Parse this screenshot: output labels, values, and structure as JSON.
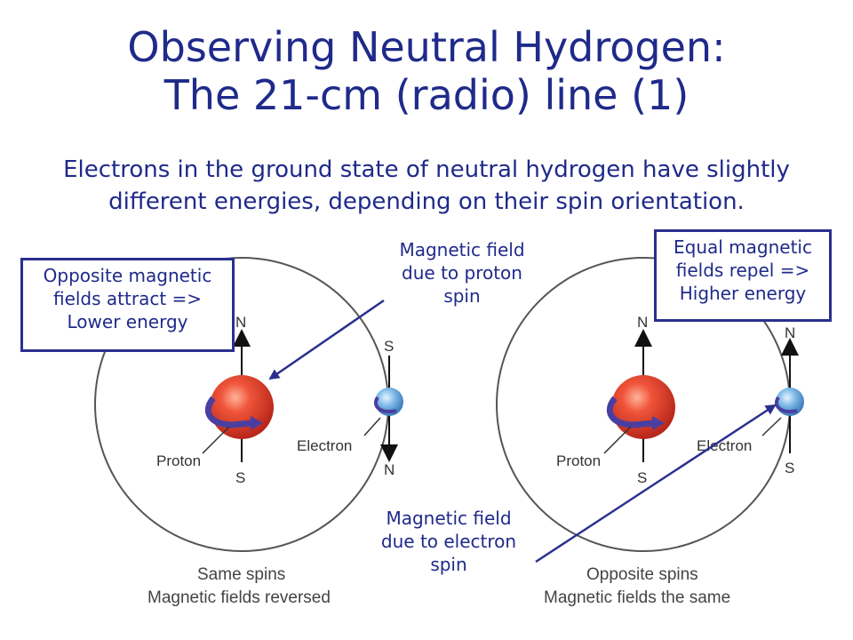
{
  "title_line1": "Observing Neutral Hydrogen:",
  "title_line2": "The 21-cm (radio) line (1)",
  "subtitle_line1": "Electrons in the ground state of neutral hydrogen have slightly",
  "subtitle_line2": "different energies, depending on their spin orientation.",
  "box_left": [
    "Opposite magnetic",
    "fields attract =>",
    "Lower energy"
  ],
  "box_right": [
    "Equal magnetic",
    "fields repel =>",
    "Higher energy"
  ],
  "callout_proton": [
    "Magnetic field",
    "due to proton",
    "spin"
  ],
  "callout_electron": [
    "Magnetic field",
    "due to electron",
    "spin"
  ],
  "left_diagram": {
    "proton_label": "Proton",
    "electron_label": "Electron",
    "proton_top_pole": "N",
    "proton_bottom_pole": "S",
    "electron_top_pole": "S",
    "electron_bottom_pole": "N",
    "caption1": "Same spins",
    "caption2": "Magnetic fields reversed"
  },
  "right_diagram": {
    "proton_label": "Proton",
    "electron_label": "Electron",
    "proton_top_pole": "N",
    "proton_bottom_pole": "S",
    "electron_top_pole": "N",
    "electron_bottom_pole": "S",
    "caption1": "Opposite spins",
    "caption2": "Magnetic fields the same"
  },
  "colors": {
    "title": "#1f2a8a",
    "proton": "#e0402a",
    "electron": "#6fb0e0",
    "spin_arrow": "#4a3fa0",
    "orbit": "#555555"
  }
}
